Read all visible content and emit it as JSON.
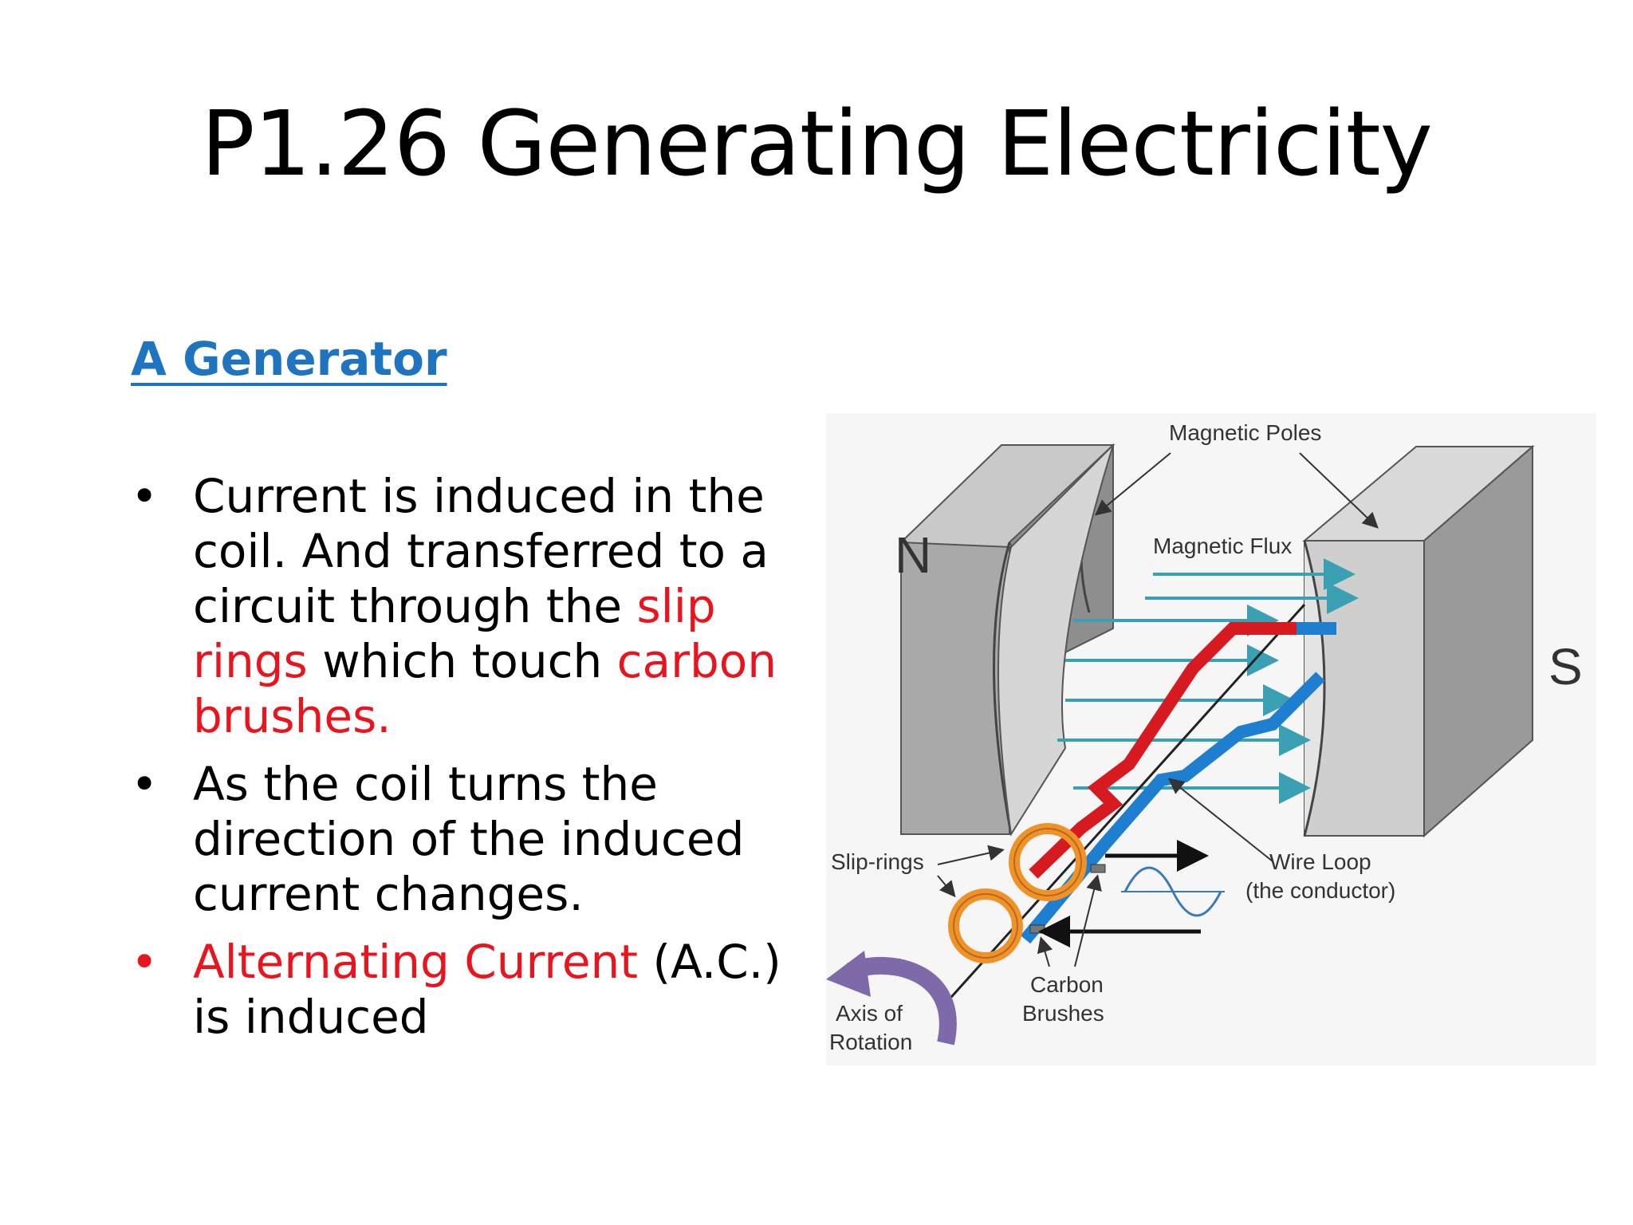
{
  "slide": {
    "title": "P1.26 Generating Electricity",
    "subheading": "A Generator",
    "bullets": [
      {
        "bullet_color": "#000000",
        "segments": [
          {
            "text": "Current is induced in the coil. And transferred to a circuit through the ",
            "color": "#000000"
          },
          {
            "text": "slip rings",
            "color": "#e8141e"
          },
          {
            "text": " which touch ",
            "color": "#000000"
          },
          {
            "text": "carbon brushes.",
            "color": "#e8141e"
          }
        ]
      },
      {
        "bullet_color": "#000000",
        "segments": [
          {
            "text": "As the coil turns the direction of the induced current changes.",
            "color": "#000000"
          }
        ]
      },
      {
        "bullet_color": "#e8141e",
        "segments": [
          {
            "text": "Alternating Current",
            "color": "#e8141e"
          },
          {
            "text": " (A.C.) is induced",
            "color": "#000000"
          }
        ]
      }
    ]
  },
  "diagram": {
    "labels": {
      "magnetic_poles": "Magnetic Poles",
      "magnetic_flux": "Magnetic Flux",
      "north": "N",
      "south": "S",
      "slip_rings": "Slip-rings",
      "wire_loop": "Wire Loop",
      "wire_loop_sub": "(the conductor)",
      "carbon_line1": "Carbon",
      "carbon_line2": "Brushes",
      "axis_line1": "Axis of",
      "axis_line2": "Rotation"
    },
    "colors": {
      "accent_blue": "#1f74c0",
      "highlight_red": "#e8141e",
      "magnet_grey": "#a7a7a7",
      "flux_teal": "#3aa0b4",
      "wire_red": "#d71920",
      "wire_blue": "#1e7fd0",
      "slip_ring_orange": "#f0922a",
      "rotation_purple": "#7e6aa8"
    }
  }
}
